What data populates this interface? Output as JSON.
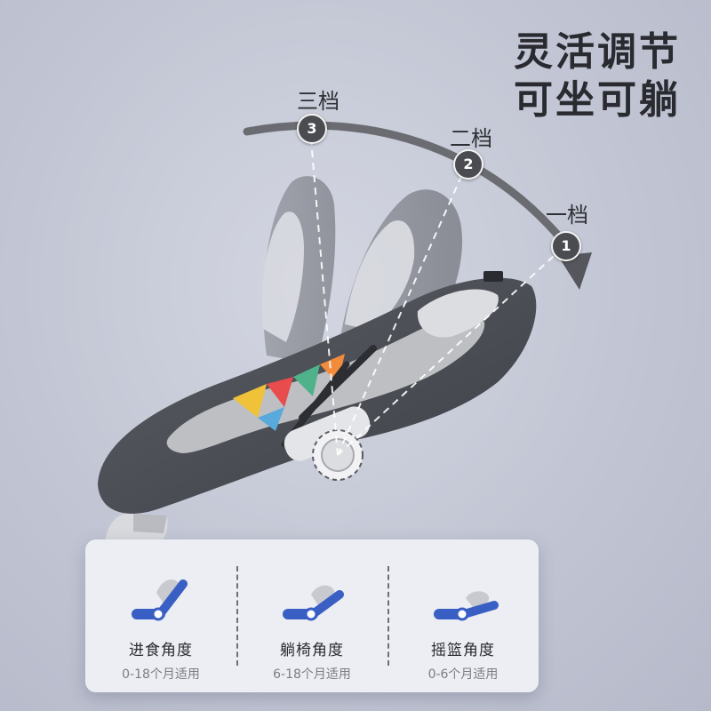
{
  "headline": {
    "line1": "灵活调节",
    "line2": "可坐可躺"
  },
  "levels": [
    {
      "label": "三档",
      "number": "3"
    },
    {
      "label": "二档",
      "number": "2"
    },
    {
      "label": "一档",
      "number": "1"
    }
  ],
  "modes": [
    {
      "title": "进食角度",
      "age": "0-18个月适用"
    },
    {
      "title": "躺椅角度",
      "age": "6-18个月适用"
    },
    {
      "title": "摇篮角度",
      "age": "0-6个月适用"
    }
  ],
  "colors": {
    "seat_fabric": "#4a4d54",
    "headline_text": "#2a2b30",
    "icon_blue": "#3a5fc4",
    "panel_bg": "#eceef3"
  }
}
